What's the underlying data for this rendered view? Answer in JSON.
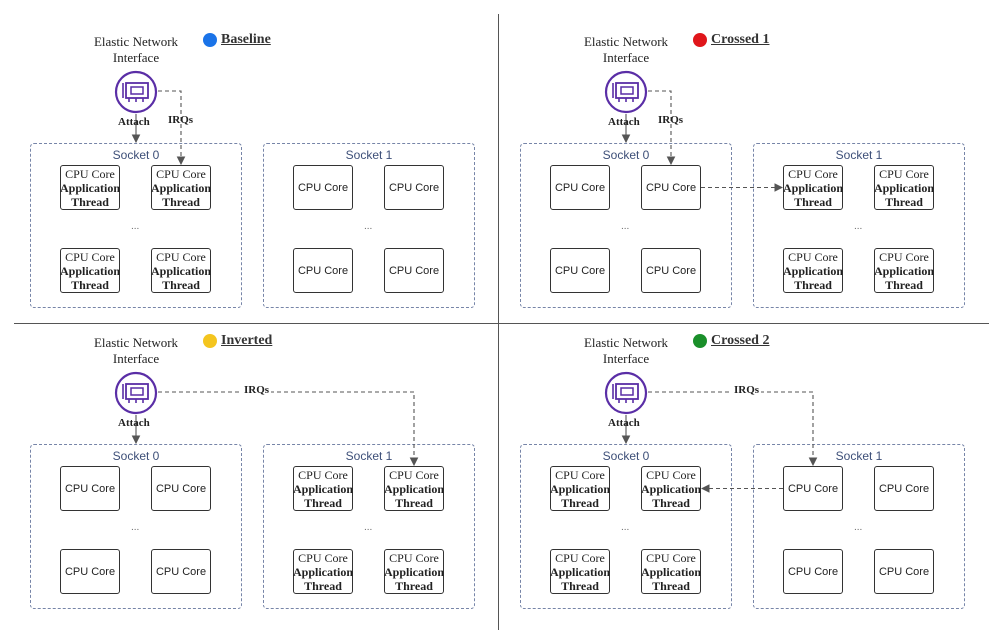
{
  "eni_label": "Elastic Network Interface",
  "attach_label": "Attach",
  "irqs_label": "IRQs",
  "ellipsis": "...",
  "core_label": "CPU Core",
  "app_thread_label": "Application Thread",
  "panels": [
    {
      "title": "Baseline",
      "dot_color": "#1a73e8",
      "socket0": {
        "label": "Socket 0",
        "app_threads": true
      },
      "socket1": {
        "label": "Socket 1",
        "app_threads": false
      },
      "irq_target": "socket0-core-tr"
    },
    {
      "title": "Crossed 1",
      "dot_color": "#e0161b",
      "socket0": {
        "label": "Socket 0",
        "app_threads": false
      },
      "socket1": {
        "label": "Socket 1",
        "app_threads": true
      },
      "irq_target": "socket0-core-tr",
      "forward_to": "socket1-core-tl"
    },
    {
      "title": "Inverted",
      "dot_color": "#f4c51f",
      "socket0": {
        "label": "Socket 0",
        "app_threads": false
      },
      "socket1": {
        "label": "Socket 1",
        "app_threads": true
      },
      "irq_target": "socket1-core-tr"
    },
    {
      "title": "Crossed 2",
      "dot_color": "#1a8f2a",
      "socket0": {
        "label": "Socket 0",
        "app_threads": true
      },
      "socket1": {
        "label": "Socket 1",
        "app_threads": false
      },
      "irq_target": "socket1-core-tl",
      "forward_to": "socket0-core-tr"
    }
  ]
}
